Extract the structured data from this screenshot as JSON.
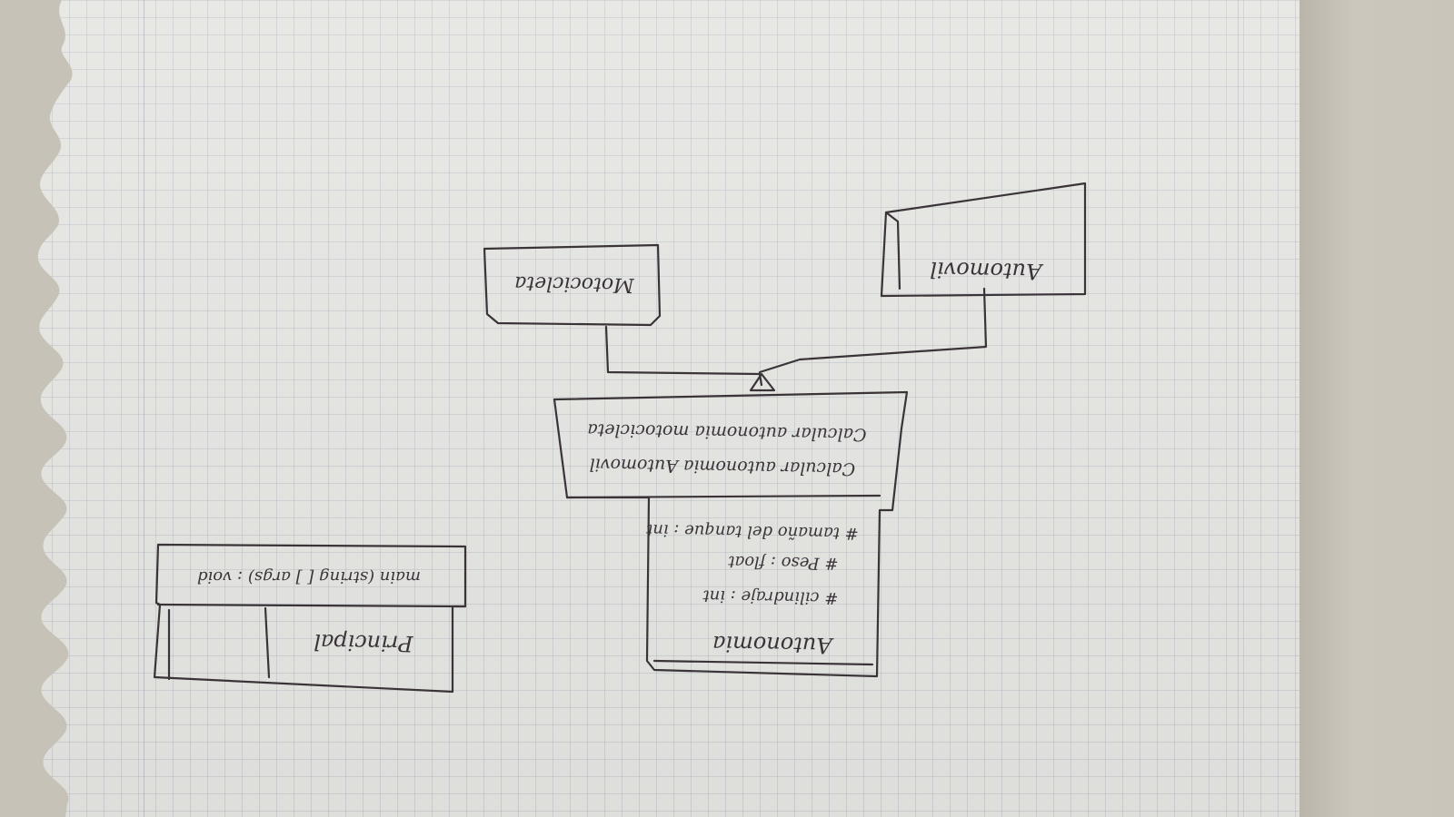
{
  "diagram": {
    "classes": {
      "automovil": {
        "name": "Automovil"
      },
      "motocicleta": {
        "name": "Motocicleta"
      },
      "autonomia": {
        "name": "Autonomia",
        "attributes": [
          "# cilindraje : int",
          "# Peso : float",
          "# tamaño del tanque : int"
        ],
        "methods": [
          "Calcular autonomia Automovil",
          "Calcular autonomia motocicleta"
        ]
      },
      "principal": {
        "name": "Principal",
        "methods": [
          "main (string [ ] args) : void"
        ]
      }
    },
    "relations": [
      {
        "from": "Automovil",
        "to": "Autonomia",
        "type": "inheritance"
      },
      {
        "from": "Motocicleta",
        "to": "Autonomia",
        "type": "inheritance"
      }
    ],
    "colors": {
      "ink": "#3a3438",
      "paper": "#e5e5e2",
      "background": "#c6c2b8"
    },
    "orientation": "upside-down"
  }
}
